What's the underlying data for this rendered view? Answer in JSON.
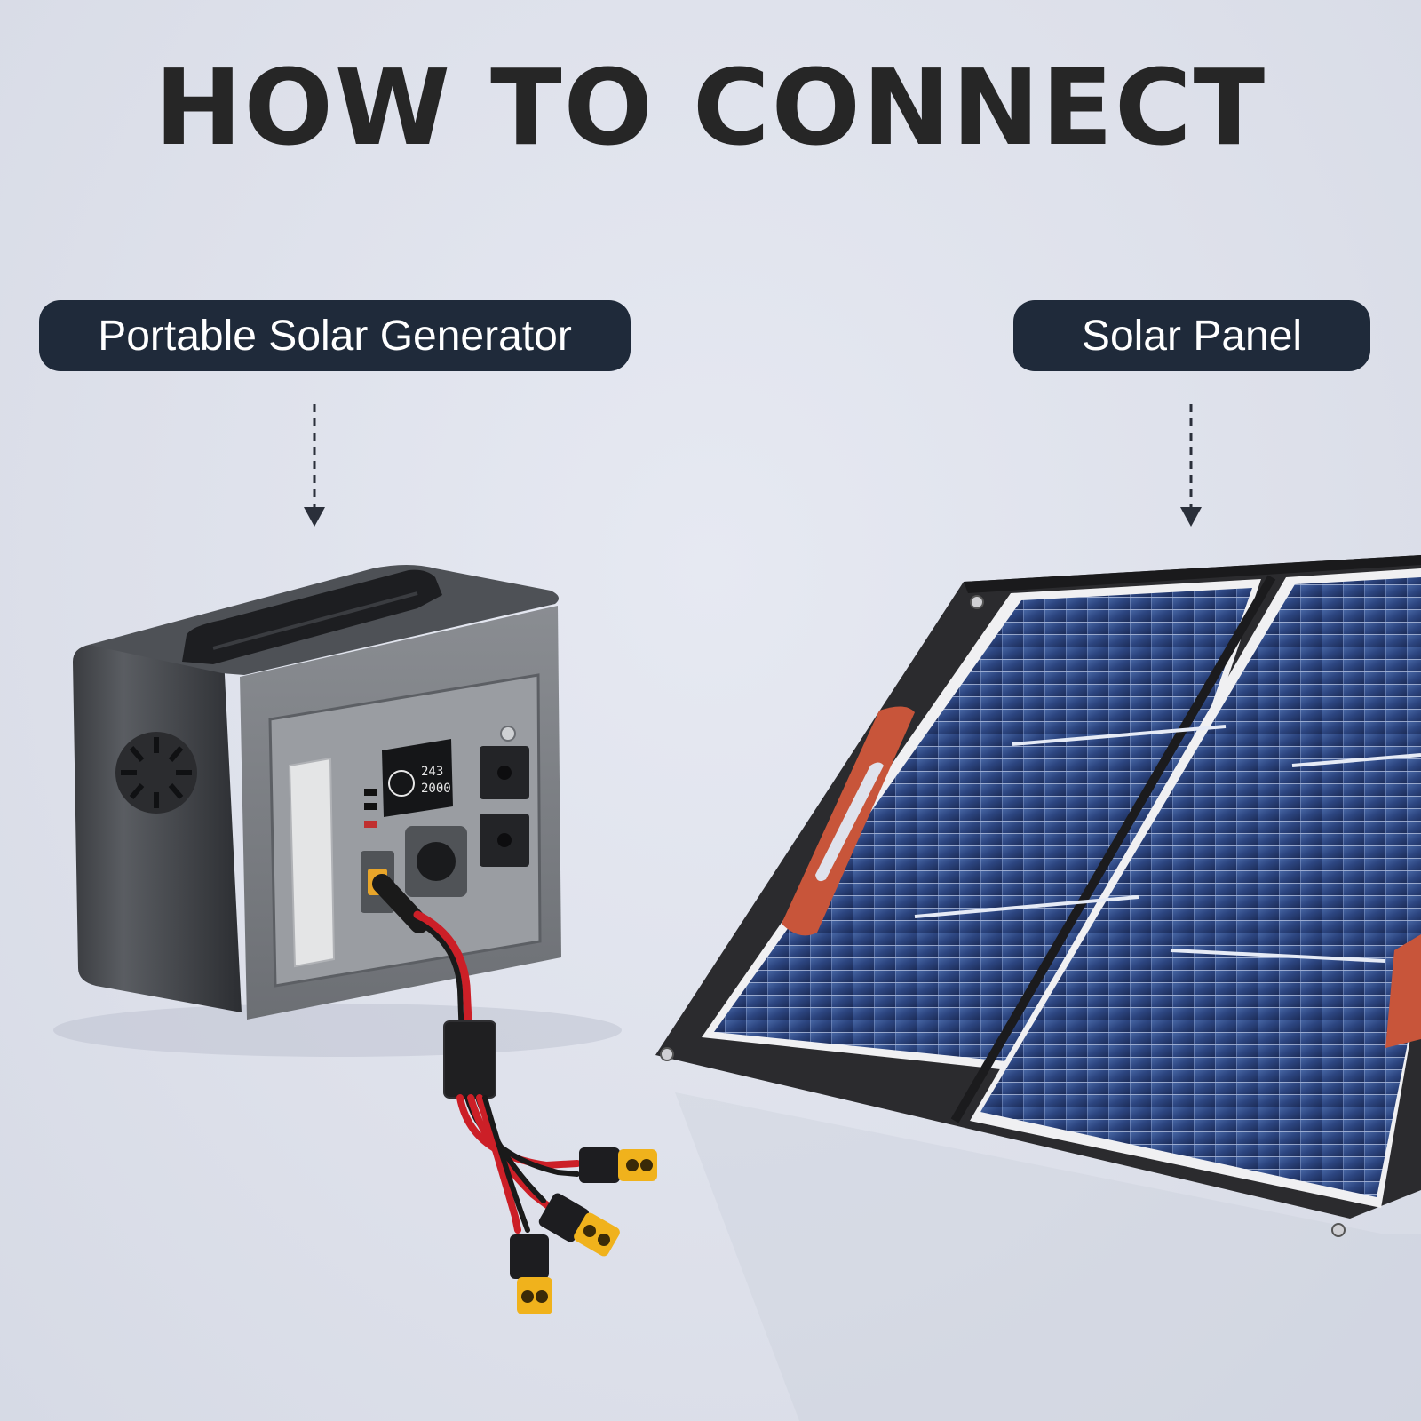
{
  "heading": "HOW TO CONNECT",
  "labels": {
    "generator": "Portable Solar Generator",
    "panel": "Solar Panel"
  },
  "colors": {
    "background": "#dfe2ec",
    "pill": "#1f2a3a",
    "title": "#262626",
    "panel_accent": "#c8553a",
    "cable_red": "#d8202a",
    "connector_yellow": "#f0b21c"
  },
  "icons": {
    "arrow": "dashed-down-arrow"
  }
}
